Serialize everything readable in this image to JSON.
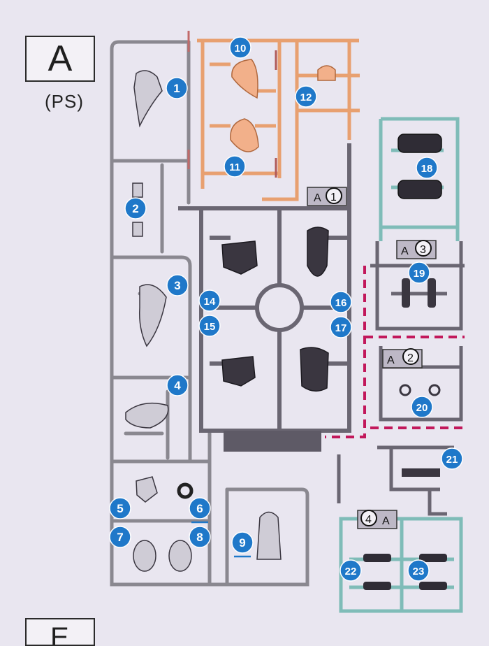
{
  "section": {
    "letter": "A",
    "material": "(PS)",
    "next_letter": "E"
  },
  "colors": {
    "background": "#e9e6f0",
    "runner_gray": "#8a8890",
    "runner_orange": "#e8a070",
    "runner_teal": "#7fbcb8",
    "runner_dark": "#5e5a66",
    "badge_blue": "#1f78c9",
    "dashed_magenta": "#c2185b"
  },
  "runner_tags": [
    {
      "letter": "A",
      "number": "1"
    },
    {
      "letter": "A",
      "number": "2"
    },
    {
      "letter": "A",
      "number": "3"
    },
    {
      "letter": "A",
      "number": "4"
    }
  ],
  "part_numbers": [
    "1",
    "2",
    "3",
    "4",
    "5",
    "6",
    "7",
    "8",
    "9",
    "10",
    "11",
    "12",
    "14",
    "15",
    "16",
    "17",
    "18",
    "19",
    "20",
    "21",
    "22",
    "23"
  ]
}
